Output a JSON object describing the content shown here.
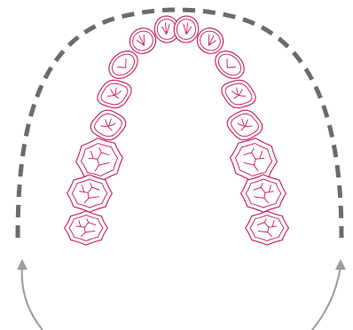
{
  "figure": {
    "subject": "dental-arch-diagram",
    "colors": {
      "tooth_outline": "#c8145a",
      "arch_guide": "#6b6b6b",
      "arrow": "#9b9b9b",
      "background": "#ffffff"
    },
    "teeth": {
      "left": [
        "central-incisor",
        "lateral-incisor",
        "canine",
        "first-premolar",
        "second-premolar",
        "first-molar",
        "second-molar",
        "third-molar"
      ],
      "right": [
        "central-incisor",
        "lateral-incisor",
        "canine",
        "first-premolar",
        "second-premolar",
        "first-molar",
        "second-molar",
        "third-molar"
      ]
    },
    "arch_guide_style": "dashed",
    "arrows": [
      "left-arrow",
      "right-arrow"
    ]
  }
}
